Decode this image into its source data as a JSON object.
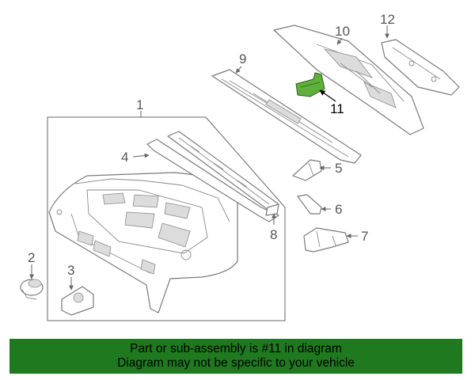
{
  "callouts": {
    "c1": "1",
    "c2": "2",
    "c3": "3",
    "c4": "4",
    "c5": "5",
    "c6": "6",
    "c7": "7",
    "c8": "8",
    "c9": "9",
    "c10": "10",
    "c11": "11",
    "c12": "12"
  },
  "highlight_color": "#5fb03a",
  "banner": {
    "line1": "Part or sub-assembly is #11 in diagram",
    "line2": "Diagram may not be specific to your vehicle",
    "color": "#1f7a1f"
  }
}
